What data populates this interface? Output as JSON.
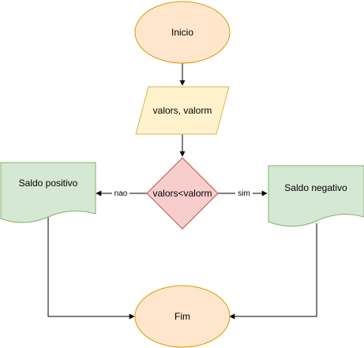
{
  "diagram": {
    "nodes": {
      "start": {
        "label": "Inicio",
        "shape": "ellipse",
        "fill": "#ffe6cc",
        "stroke": "#d79b00"
      },
      "input": {
        "label": "valors, valorm",
        "shape": "parallelogram",
        "fill": "#fff2cc",
        "stroke": "#d6b656"
      },
      "decision": {
        "label": "valors<valorm",
        "shape": "diamond",
        "fill": "#f8cecc",
        "stroke": "#b85450"
      },
      "positive": {
        "label": "Saldo positivo",
        "shape": "document",
        "fill": "#d5e8d4",
        "stroke": "#82b366"
      },
      "negative": {
        "label": "Saldo negativo",
        "shape": "document",
        "fill": "#d5e8d4",
        "stroke": "#82b366"
      },
      "end": {
        "label": "Fim",
        "shape": "ellipse",
        "fill": "#ffe6cc",
        "stroke": "#d79b00"
      }
    },
    "edges": {
      "no": {
        "label": "nao"
      },
      "yes": {
        "label": "sim"
      }
    }
  }
}
